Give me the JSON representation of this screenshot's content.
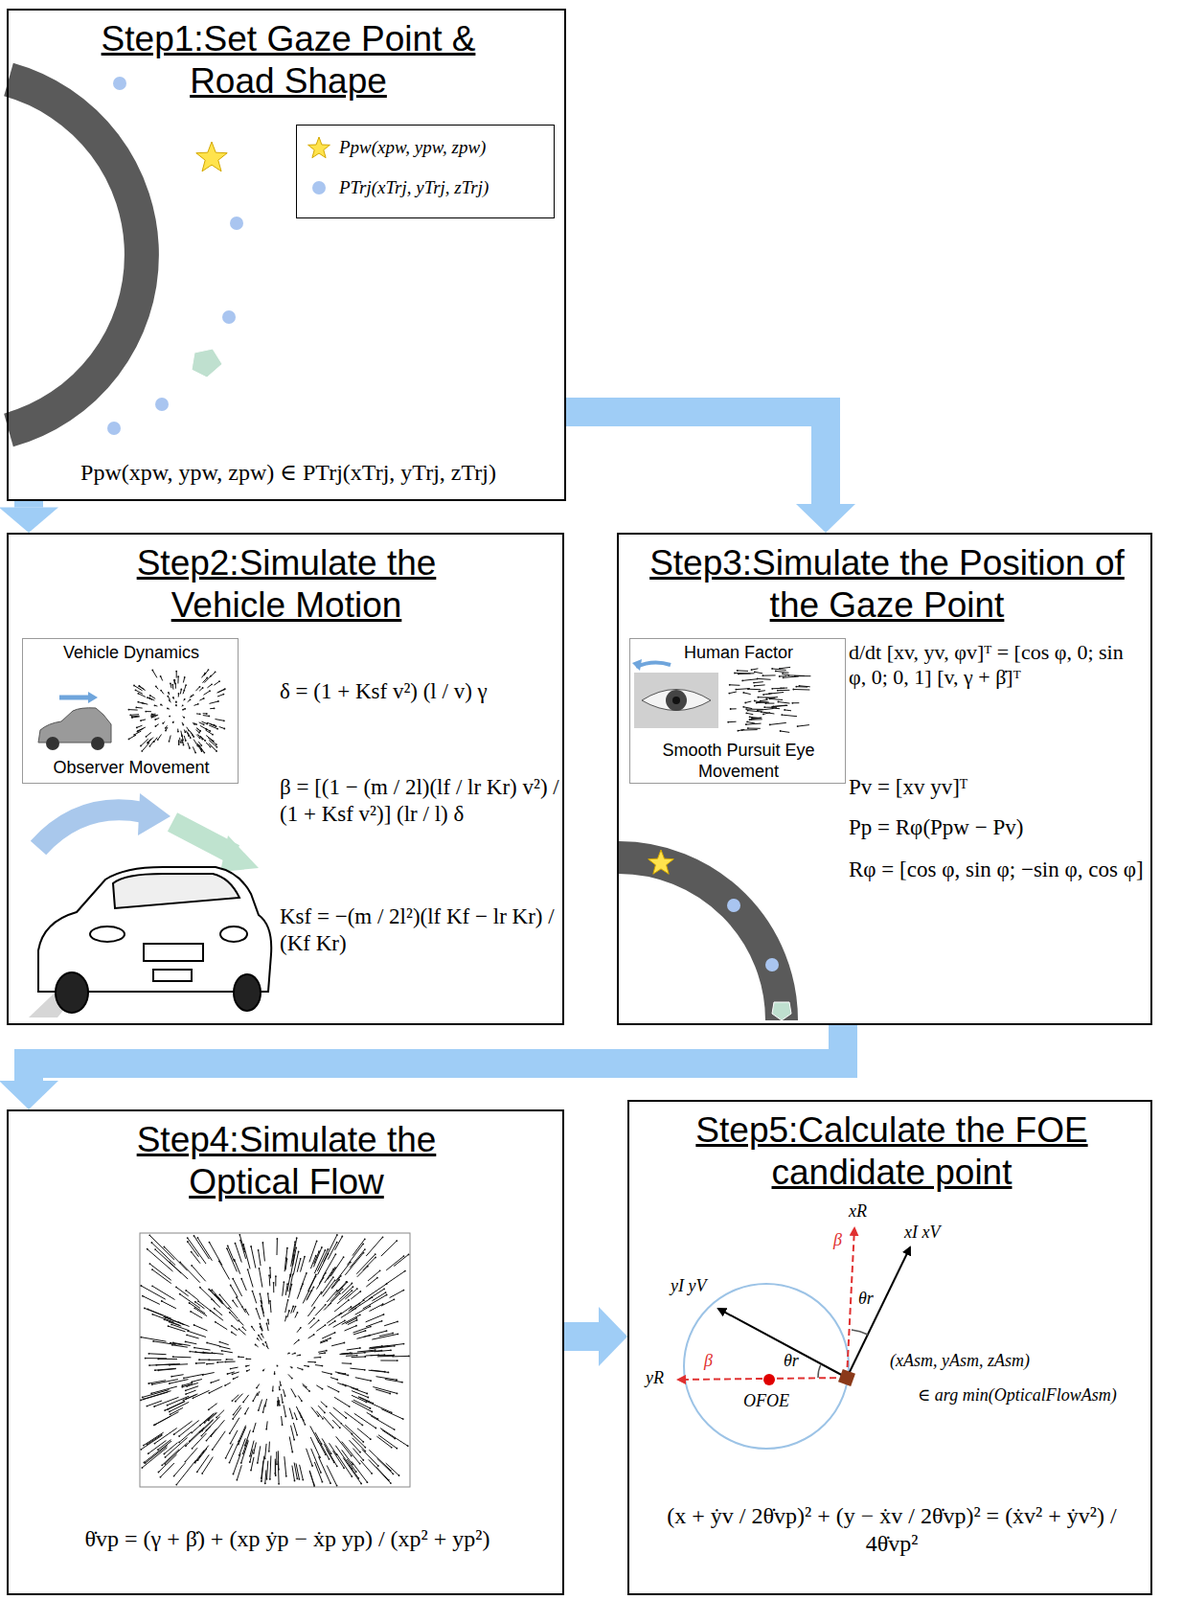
{
  "diagram": {
    "nodes": [
      {
        "text": [
          "Step1:Set Gaze Point & Road Shape",
          "Ppw(xpw, ypw, zpw) ∈ PTrj(xTrj, yTrj, zTrj)"
        ]
      },
      {
        "text": [
          "Step2:Simulate the Vehicle Motion",
          "δ = (1 + Ksf v²) (l / v) γ",
          "β = [(1 − (m / 2l)(lf / lr Kr) v²) / (1 + Ksf v²)] (lr / l) δ",
          "Ksf = −(m / 2l²)(lf Kf − lr Kr) / (Kf Kr)"
        ]
      },
      {
        "text": [
          "Vehicle Dynamics",
          "Observer Movement"
        ],
        "in": 1
      },
      {
        "text": [
          "Step3:Simulate the Position of the Gaze Point",
          "d/dt [xv, yv, φv]ᵀ = [cos φ, 0; sin φ, 0; 0, 1] [v, γ + β̇]ᵀ",
          "Pv = [xv yv]ᵀ",
          "Pp = Rφ(Ppw − Pv)",
          "Rφ = [cos φ, sin φ; −sin φ, cos φ]"
        ]
      },
      {
        "text": [
          "Human Factor",
          "Smooth Pursuit Eye Movement"
        ],
        "in": 3
      },
      {
        "text": [
          "Step4:Simulate the Optical Flow",
          "θ̇vp = (γ + β̇) + (xp ẏp − ẋp yp) / (xp² + yp²)"
        ]
      },
      {
        "text": [
          "Step5:Calculate the FOE candidate point",
          "(x + ẏv / 2θ̇vp)² + (y − ẋv / 2θ̇vp)² = (ẋv² + ẏv²) / 4θ̇vp²"
        ]
      }
    ],
    "edges": [
      {
        "from": 0,
        "to": 1,
        "arrow": "to"
      },
      {
        "from": 0,
        "to": 3,
        "arrow": "to"
      },
      {
        "from": 3,
        "to": 5,
        "arrow": "to"
      },
      {
        "from": 5,
        "to": 6,
        "arrow": "to"
      }
    ],
    "labels": [
      "xR",
      "xI xV",
      "β",
      "yI yV",
      "θr",
      "θr",
      "β",
      "(xAsm, yAsm, zAsm)",
      "yR",
      "∈ arg min(OpticalFlowAsm)",
      "OFOE"
    ],
    "legend": [
      {
        "text": "Ppw(xpw, ypw, zpw)"
      },
      {
        "text": "PTrj(xTrj, yTrj, zTrj)"
      }
    ]
  }
}
